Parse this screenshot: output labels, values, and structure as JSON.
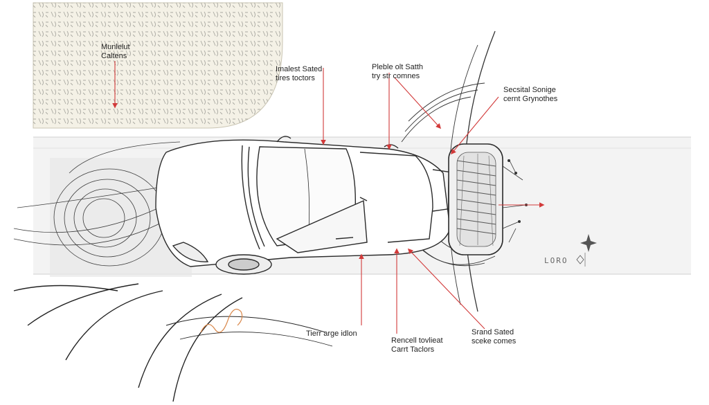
{
  "diagram": {
    "callouts": [
      {
        "id": "top-left",
        "lines": [
          "Munlelut",
          "Caltens"
        ]
      },
      {
        "id": "top-1",
        "lines": [
          "Imalest Sated",
          "tires toctors"
        ]
      },
      {
        "id": "top-2",
        "lines": [
          "Pleble olt Satth",
          "try str comnes"
        ]
      },
      {
        "id": "top-right",
        "lines": [
          "Secsital Sonige",
          "cernt Grynothes"
        ]
      },
      {
        "id": "bottom-1",
        "lines": [
          "Tierr arge idlon"
        ]
      },
      {
        "id": "bottom-2",
        "lines": [
          "Rencell tovlieat",
          "Carrt Taclors"
        ]
      },
      {
        "id": "bottom-3",
        "lines": [
          "Srand Sated",
          "sceke comes"
        ]
      }
    ],
    "logo_text": "LORO",
    "colors": {
      "arrow": "#d23a3a",
      "ink": "#2a2a2a",
      "panel": "#f4f1e6",
      "road": "#ededed"
    },
    "icons": [
      "compass-star-icon"
    ]
  }
}
